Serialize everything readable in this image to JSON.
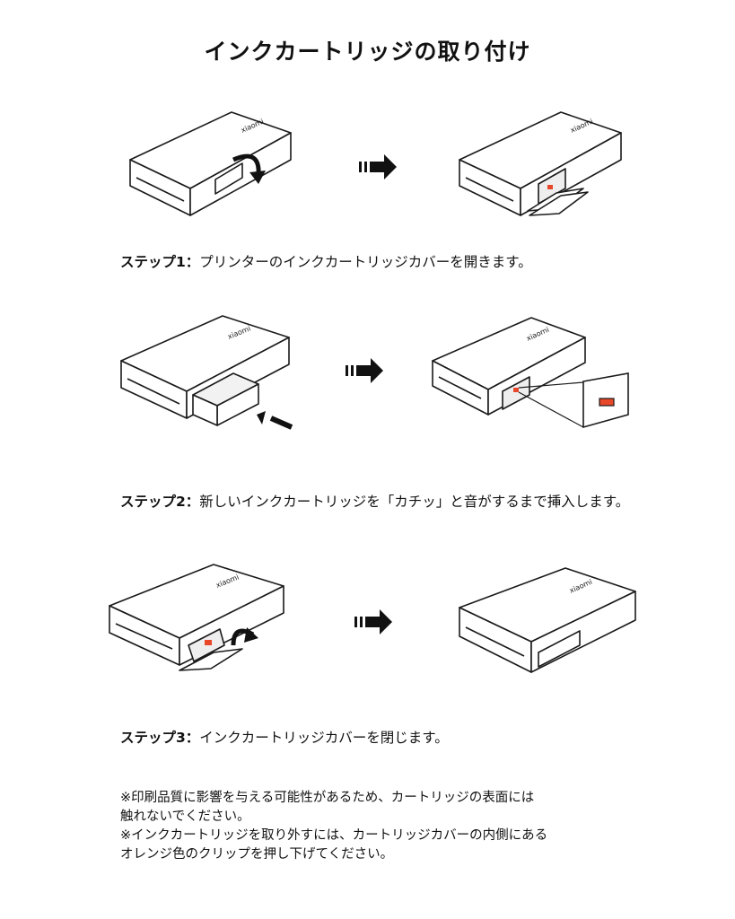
{
  "title": "インクカートリッジの取り付け",
  "brand": "xiaomi",
  "steps": [
    {
      "label": "ステップ1：",
      "text": "プリンターのインクカートリッジカバーを開きます。"
    },
    {
      "label": "ステップ2：",
      "text": "新しいインクカートリッジを「カチッ」と音がするまで挿入します。"
    },
    {
      "label": "ステップ3：",
      "text": "インクカートリッジカバーを閉じます。"
    }
  ],
  "notes": [
    "※印刷品質に影響を与える可能性があるため、カートリッジの表面には",
    "触れないでください。",
    "※インクカートリッジを取り外すには、カートリッジカバーの内側にある",
    "オレンジ色のクリップを押し下げてください。"
  ],
  "colors": {
    "line": "#1a1a1a",
    "clip": "#e8472a"
  }
}
